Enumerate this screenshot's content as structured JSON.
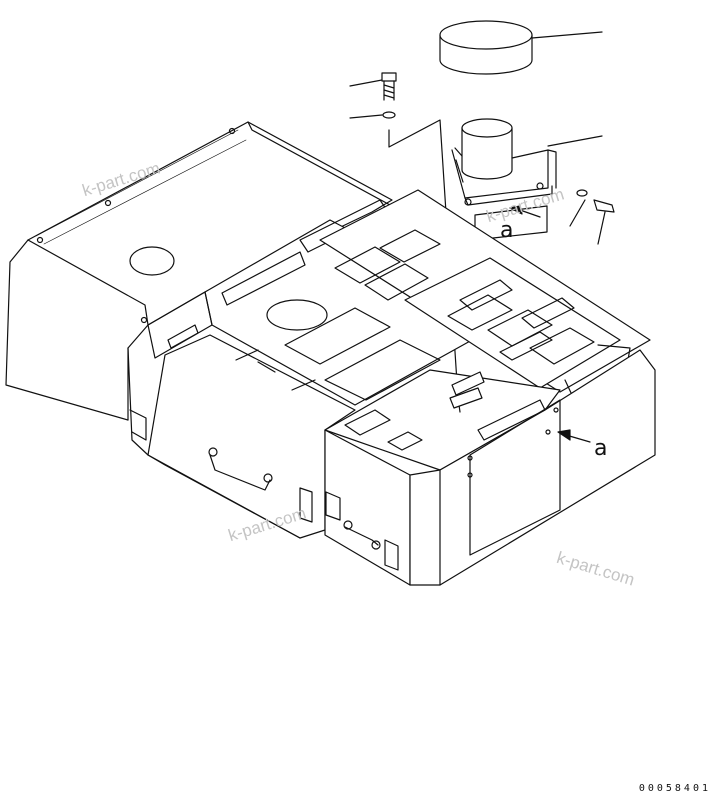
{
  "watermarks": [
    "k-part.com",
    "k-part.com",
    "k-part.com",
    "k-part.com"
  ],
  "callouts": {
    "a_upper": "a",
    "a_right": "a"
  },
  "document_number": "00058401"
}
